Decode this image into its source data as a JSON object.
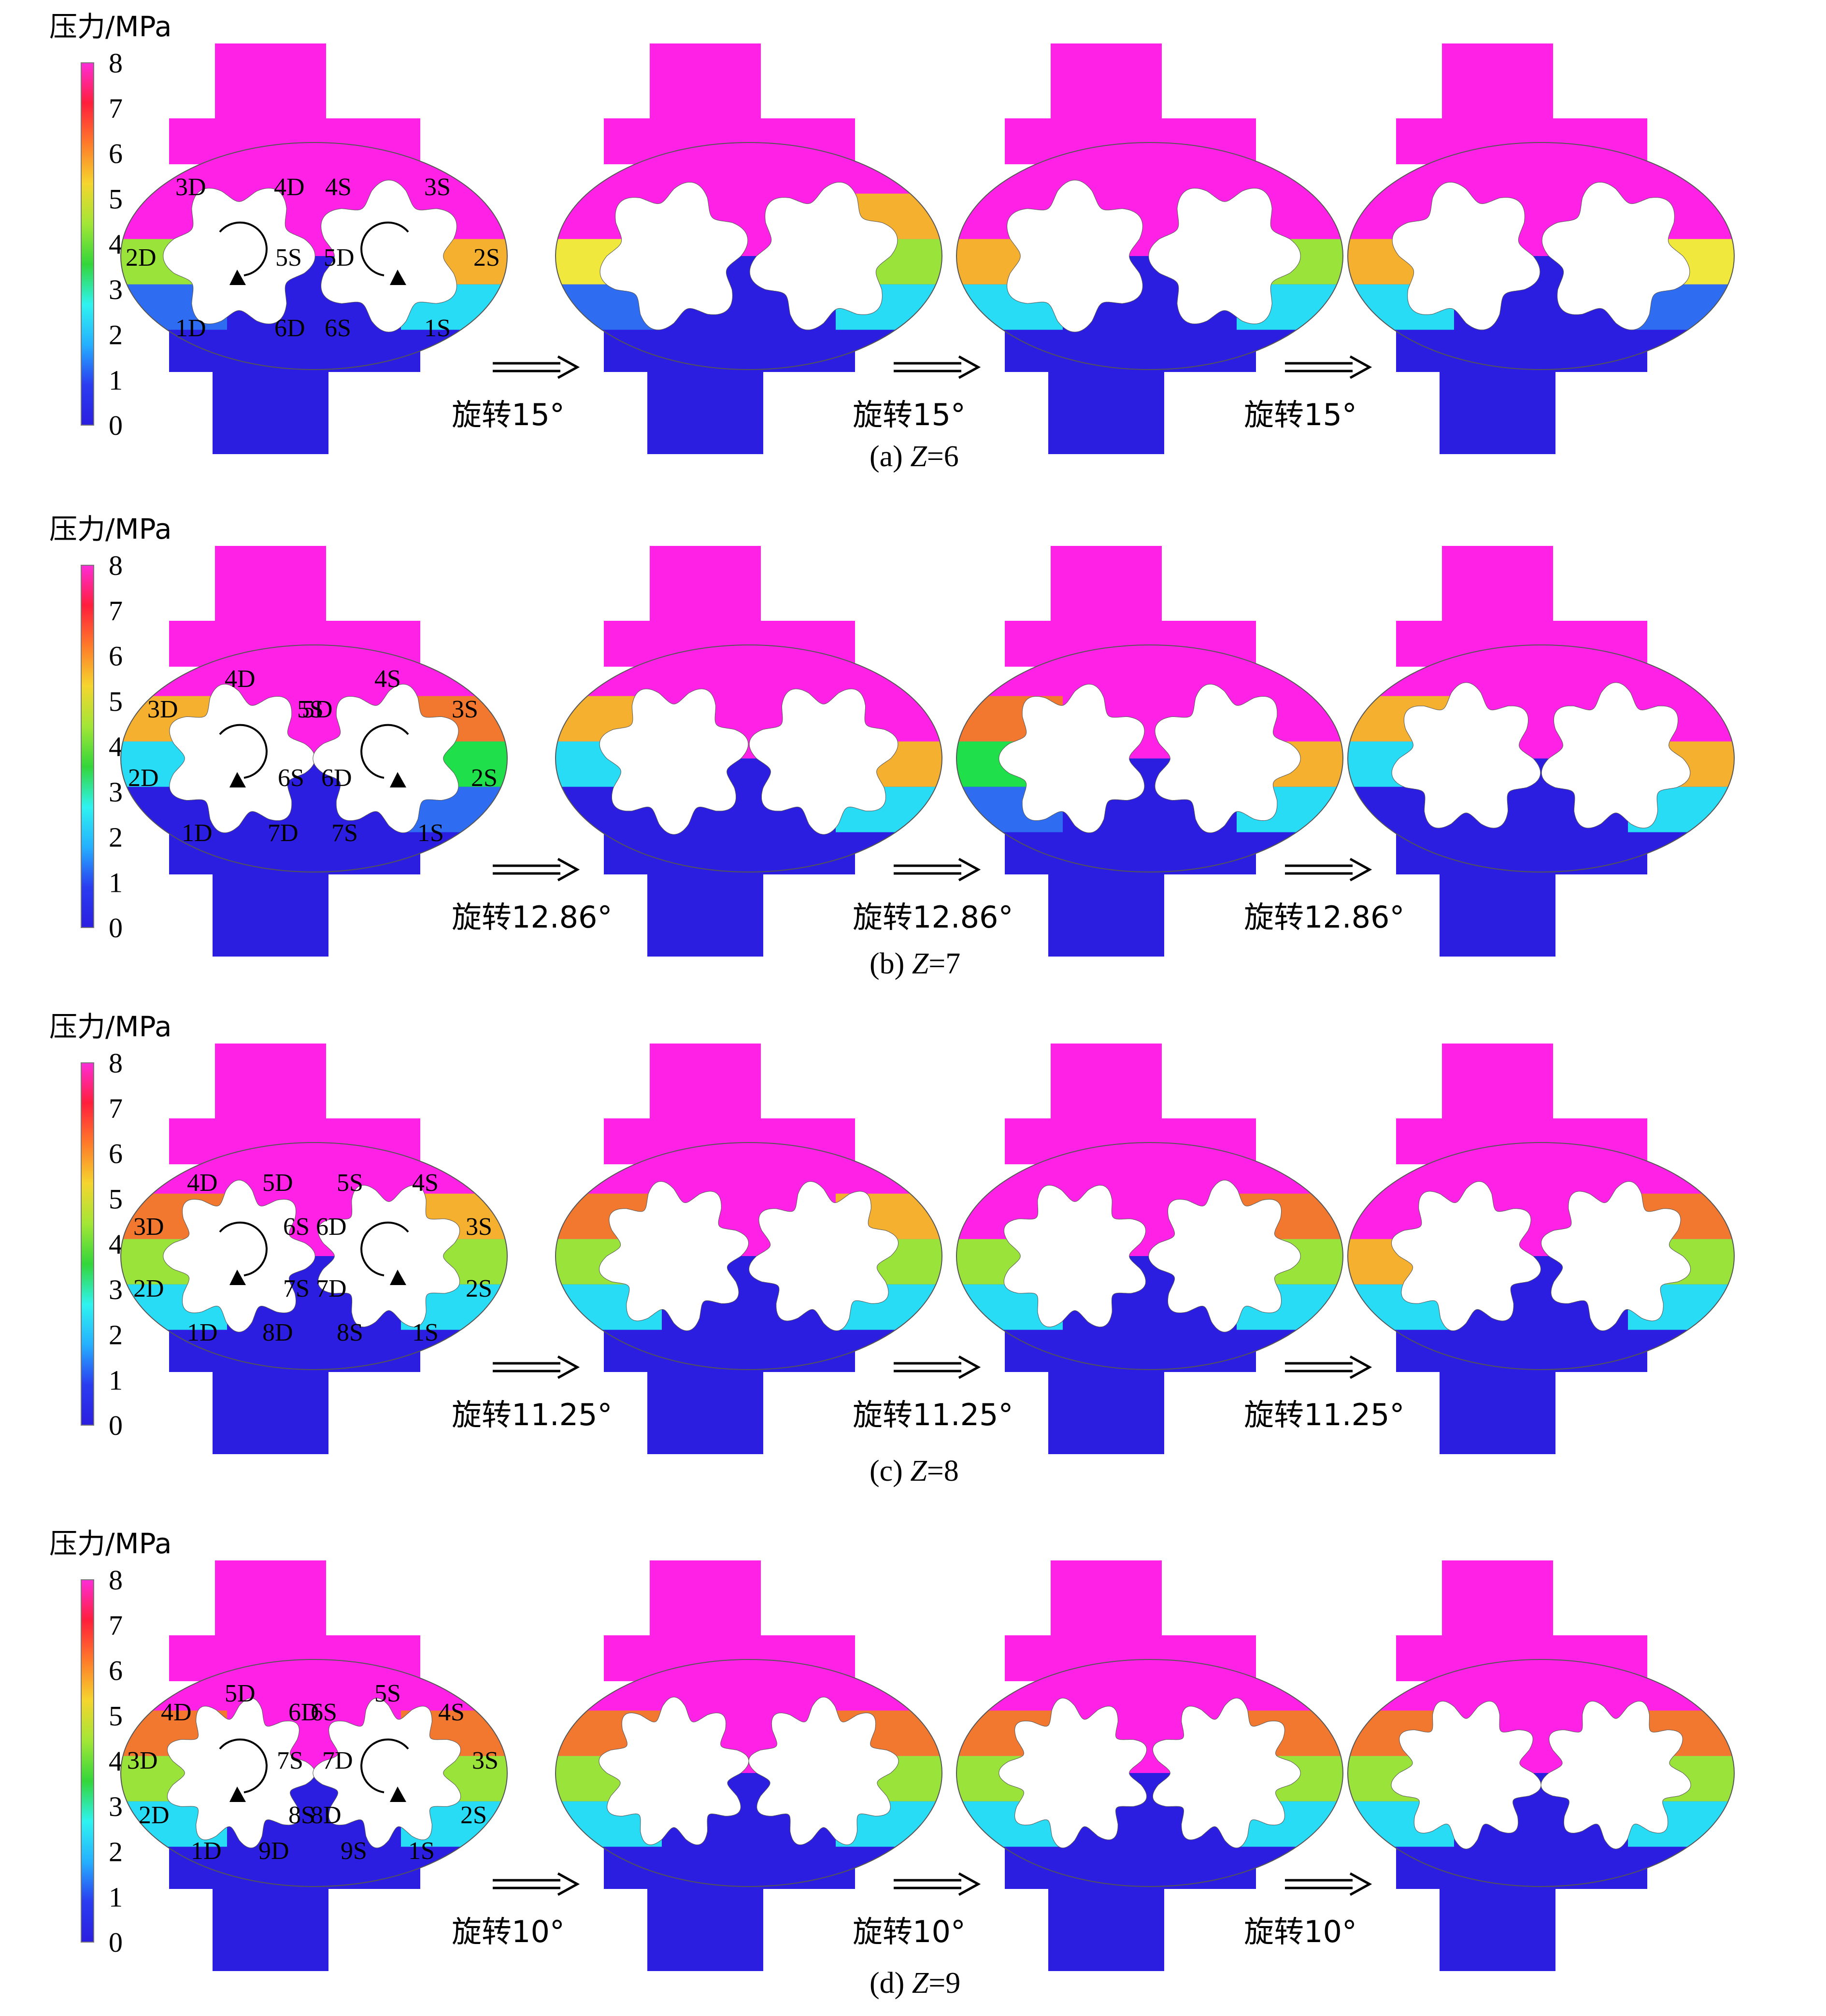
{
  "colorbar": {
    "title": "压力/MPa",
    "ticks": [
      "0",
      "1",
      "2",
      "3",
      "4",
      "5",
      "6",
      "7",
      "8"
    ],
    "stops": [
      "#2b1ee0",
      "#2a3cf0",
      "#25b0ff",
      "#2ff3f0",
      "#33d63a",
      "#a3e636",
      "#f5d52e",
      "#ff7a2a",
      "#ff1e3c",
      "#ff2dd8"
    ]
  },
  "colors": {
    "p0": "#2b1ee0",
    "p1": "#2f43f0",
    "p1_5": "#2e6df2",
    "p2": "#27dcf4",
    "p3": "#1fe04a",
    "p4": "#9ae33a",
    "p4_5": "#f0e83c",
    "p5": "#f5b030",
    "p6": "#f27830",
    "p8": "#ff22e6",
    "outline": "#555555"
  },
  "panels": [
    {
      "caption_prefix": "(a) ",
      "caption_var": "Z",
      "caption_suffix": "=6",
      "z": 6,
      "step_label": "旋转15°",
      "tooth_labels": [
        "1D",
        "2D",
        "3D",
        "4D",
        "5D",
        "6D",
        "1S",
        "2S",
        "3S",
        "4S",
        "5S",
        "6S"
      ],
      "frames": [
        {
          "left": [
            "p0",
            "p1_5",
            "p4",
            "p8",
            "p8"
          ],
          "right": [
            "p0",
            "p2",
            "p5",
            "p8",
            "p8"
          ]
        },
        {
          "left": [
            "p0",
            "p1_5",
            "p4_5",
            "p8",
            "p8"
          ],
          "right": [
            "p0",
            "p2",
            "p4",
            "p5",
            "p8"
          ]
        },
        {
          "left": [
            "p0",
            "p2",
            "p5",
            "p8",
            "p8"
          ],
          "right": [
            "p0",
            "p2",
            "p4",
            "p8",
            "p8"
          ]
        },
        {
          "left": [
            "p0",
            "p2",
            "p5",
            "p8",
            "p8"
          ],
          "right": [
            "p0",
            "p1_5",
            "p4_5",
            "p8",
            "p8"
          ]
        }
      ]
    },
    {
      "caption_prefix": "(b) ",
      "caption_var": "Z",
      "caption_suffix": "=7",
      "z": 7,
      "step_label": "旋转12.86°",
      "tooth_labels": [
        "1D",
        "2D",
        "3D",
        "4D",
        "5D",
        "6D",
        "7D",
        "1S",
        "2S",
        "3S",
        "4S",
        "5S",
        "6S",
        "7S"
      ],
      "frames": [
        {
          "left": [
            "p0",
            "p0",
            "p2",
            "p5",
            "p8"
          ],
          "right": [
            "p0",
            "p1_5",
            "p3",
            "p6",
            "p8"
          ]
        },
        {
          "left": [
            "p0",
            "p0",
            "p2",
            "p5",
            "p8"
          ],
          "right": [
            "p0",
            "p2",
            "p5",
            "p8",
            "p8"
          ]
        },
        {
          "left": [
            "p0",
            "p1_5",
            "p3",
            "p6",
            "p8"
          ],
          "right": [
            "p0",
            "p2",
            "p5",
            "p8",
            "p8"
          ]
        },
        {
          "left": [
            "p0",
            "p0",
            "p2",
            "p5",
            "p8"
          ],
          "right": [
            "p0",
            "p2",
            "p5",
            "p8",
            "p8"
          ]
        }
      ]
    },
    {
      "caption_prefix": "(c) ",
      "caption_var": "Z",
      "caption_suffix": "=8",
      "z": 8,
      "step_label": "旋转11.25°",
      "tooth_labels": [
        "1D",
        "2D",
        "3D",
        "4D",
        "5D",
        "6D",
        "7D",
        "8D",
        "1S",
        "2S",
        "3S",
        "4S",
        "5S",
        "6S",
        "7S",
        "8S"
      ],
      "frames": [
        {
          "left": [
            "p0",
            "p2",
            "p4",
            "p6",
            "p8"
          ],
          "right": [
            "p0",
            "p2",
            "p4",
            "p5",
            "p8"
          ]
        },
        {
          "left": [
            "p0",
            "p2",
            "p4",
            "p6",
            "p8"
          ],
          "right": [
            "p0",
            "p2",
            "p4",
            "p5",
            "p8"
          ]
        },
        {
          "left": [
            "p0",
            "p2",
            "p4",
            "p8",
            "p8"
          ],
          "right": [
            "p0",
            "p2",
            "p4",
            "p6",
            "p8"
          ]
        },
        {
          "left": [
            "p0",
            "p2",
            "p5",
            "p8",
            "p8"
          ],
          "right": [
            "p0",
            "p2",
            "p4",
            "p6",
            "p8"
          ]
        }
      ]
    },
    {
      "caption_prefix": "(d) ",
      "caption_var": "Z",
      "caption_suffix": "=9",
      "z": 9,
      "step_label": "旋转10°",
      "tooth_labels": [
        "1D",
        "2D",
        "3D",
        "4D",
        "5D",
        "6D",
        "7D",
        "8D",
        "9D",
        "1S",
        "2S",
        "3S",
        "4S",
        "5S",
        "6S",
        "7S",
        "8S",
        "9S"
      ],
      "frames": [
        {
          "left": [
            "p0",
            "p2",
            "p4",
            "p6",
            "p8"
          ],
          "right": [
            "p0",
            "p2",
            "p4",
            "p6",
            "p8"
          ]
        },
        {
          "left": [
            "p0",
            "p2",
            "p4",
            "p6",
            "p8"
          ],
          "right": [
            "p0",
            "p2",
            "p4",
            "p6",
            "p8"
          ]
        },
        {
          "left": [
            "p0",
            "p2",
            "p4",
            "p6",
            "p8"
          ],
          "right": [
            "p0",
            "p2",
            "p4",
            "p6",
            "p8"
          ]
        },
        {
          "left": [
            "p0",
            "p2",
            "p4",
            "p6",
            "p8"
          ],
          "right": [
            "p0",
            "p2",
            "p4",
            "p6",
            "p8"
          ]
        }
      ]
    }
  ]
}
